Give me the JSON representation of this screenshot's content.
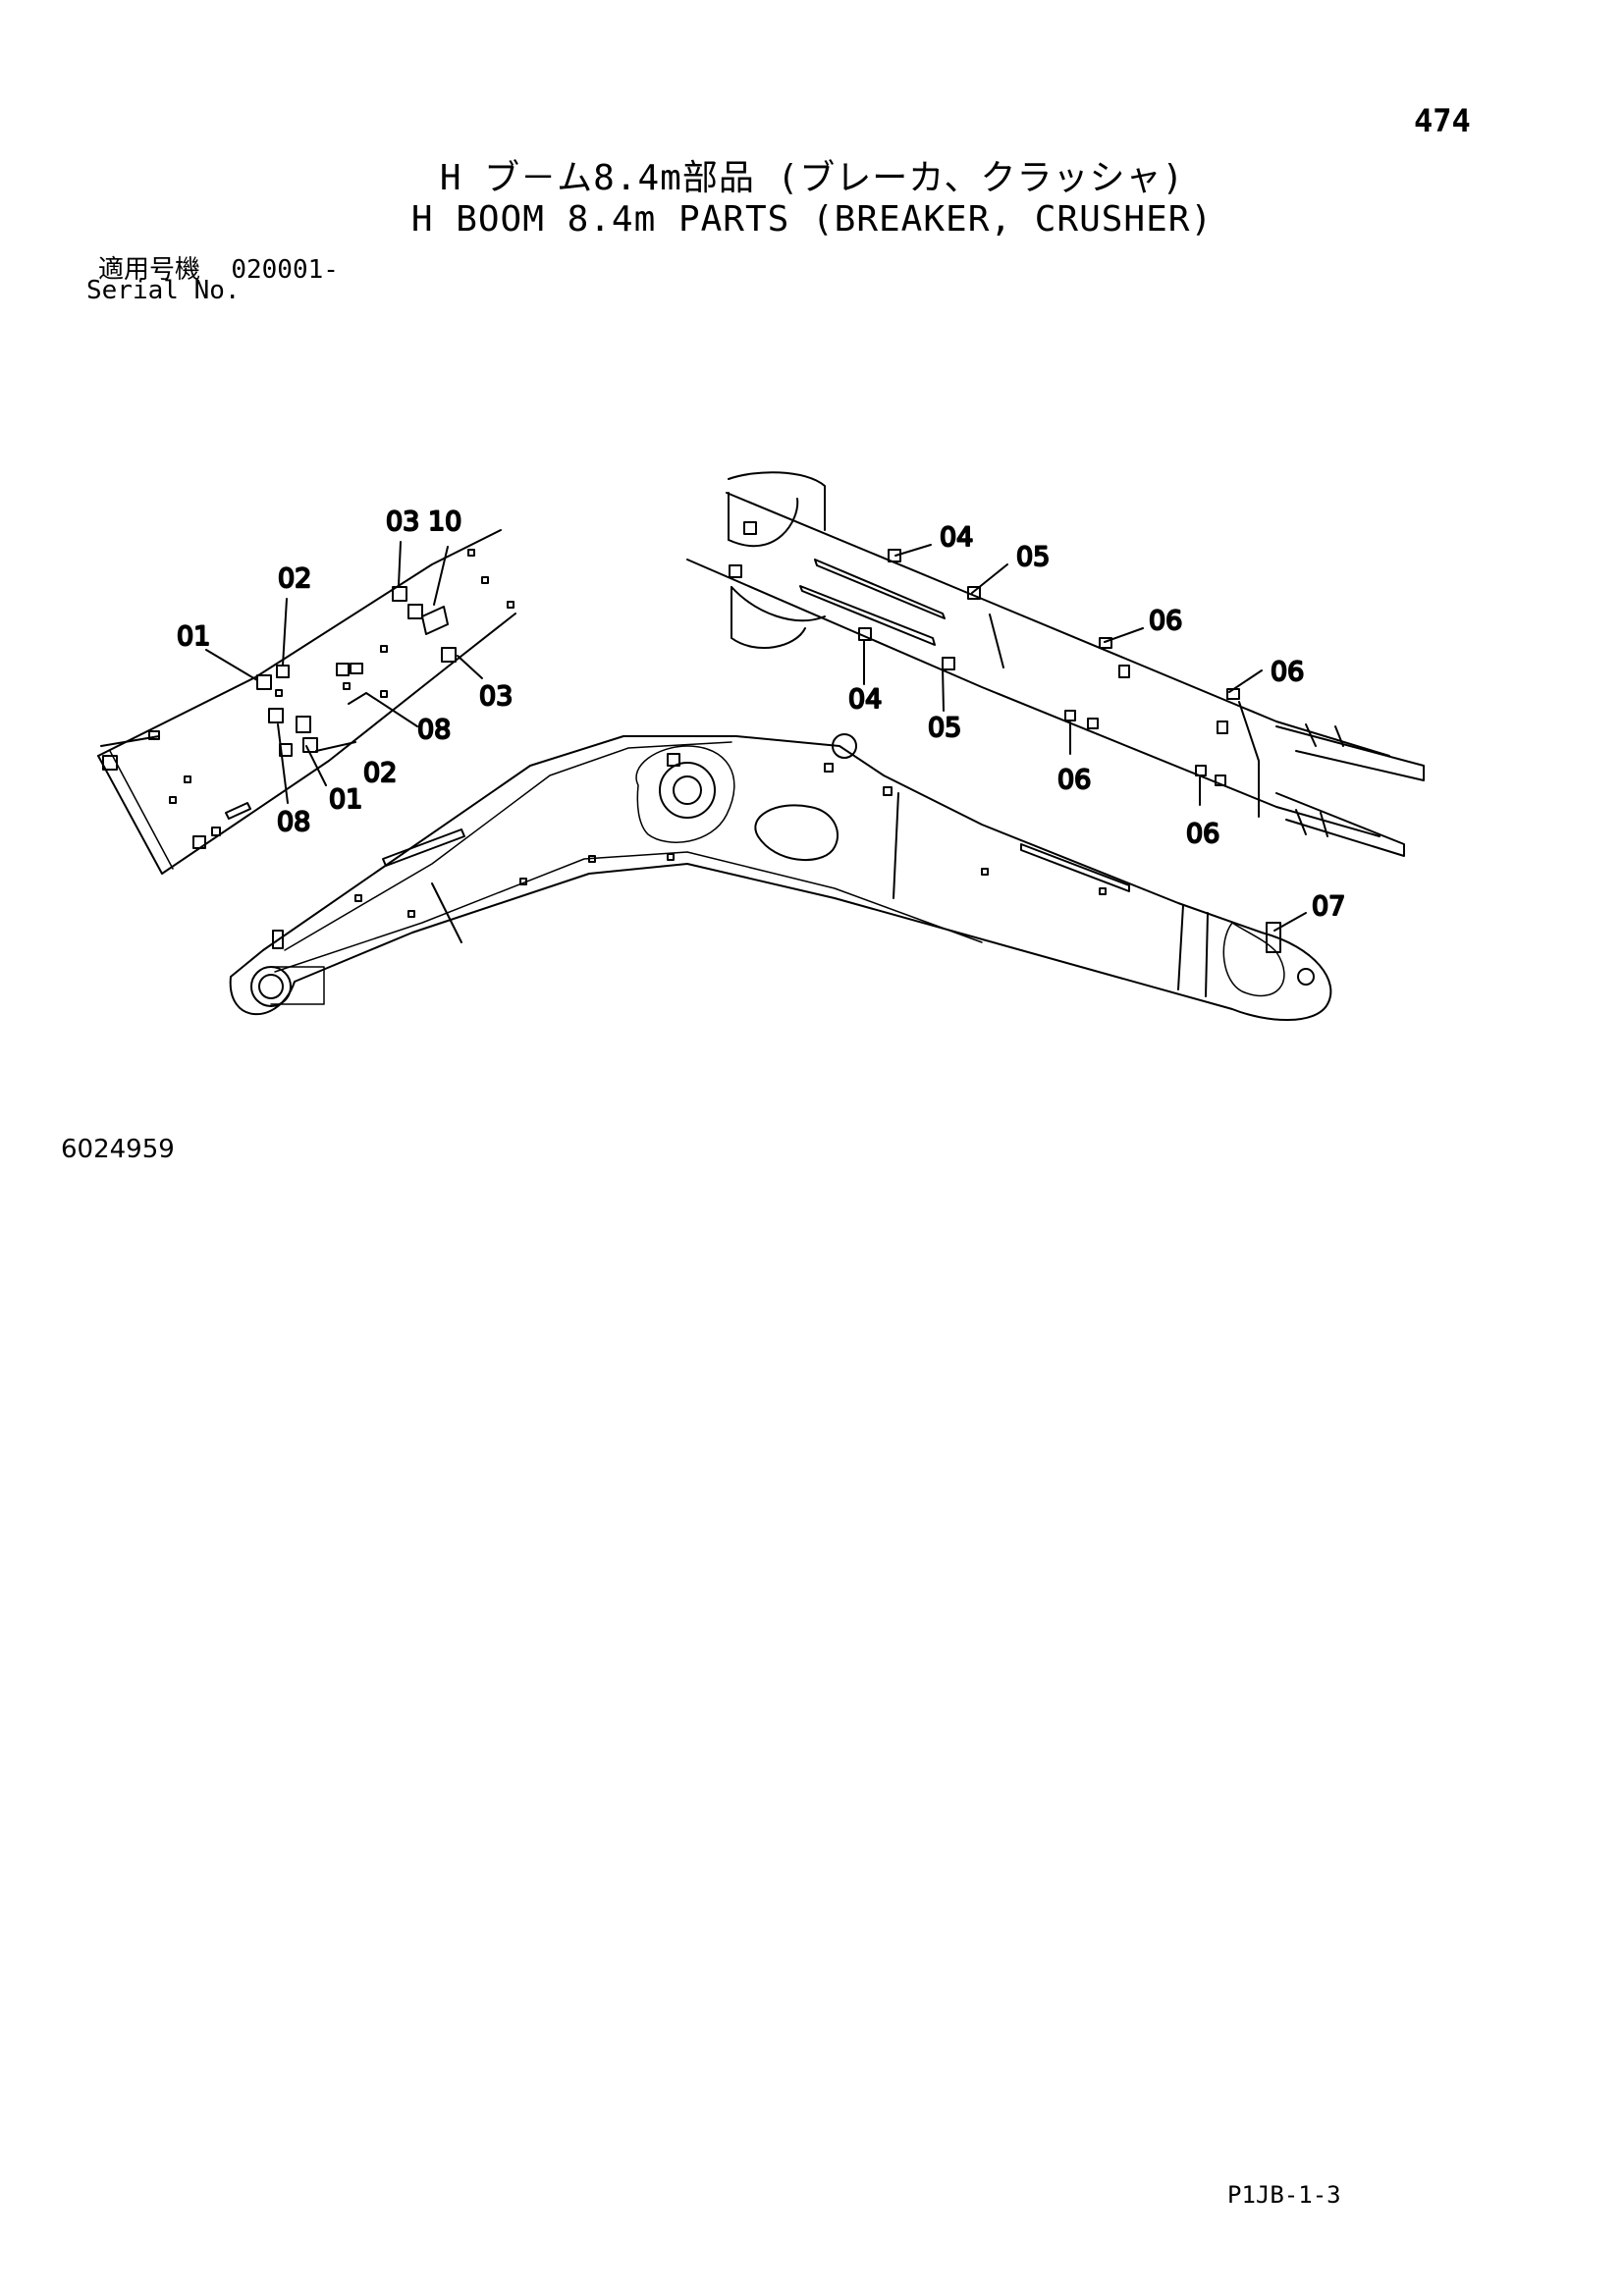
{
  "page_number": "474",
  "title_jp": "H ブ－ム8.4m部品 (ブレーカ、クラッシャ)",
  "title_en": "H BOOM 8.4m PARTS (BREAKER, CRUSHER)",
  "serial": {
    "label_jp": "適用号機",
    "value": "020001-",
    "label_en": "Serial No."
  },
  "drawing_code": "6024959",
  "footer_code": "P1JB-1-3",
  "callouts": {
    "c01a": "01",
    "c02a": "02",
    "c0310": "03 10",
    "c08a": "08",
    "c03b": "03",
    "c02b": "02",
    "c01b": "01",
    "c08b": "08",
    "c04a": "04",
    "c05a": "05",
    "c06a": "06",
    "c06b": "06",
    "c04b": "04",
    "c05b": "05",
    "c06c": "06",
    "c06d": "06",
    "c07": "07"
  }
}
